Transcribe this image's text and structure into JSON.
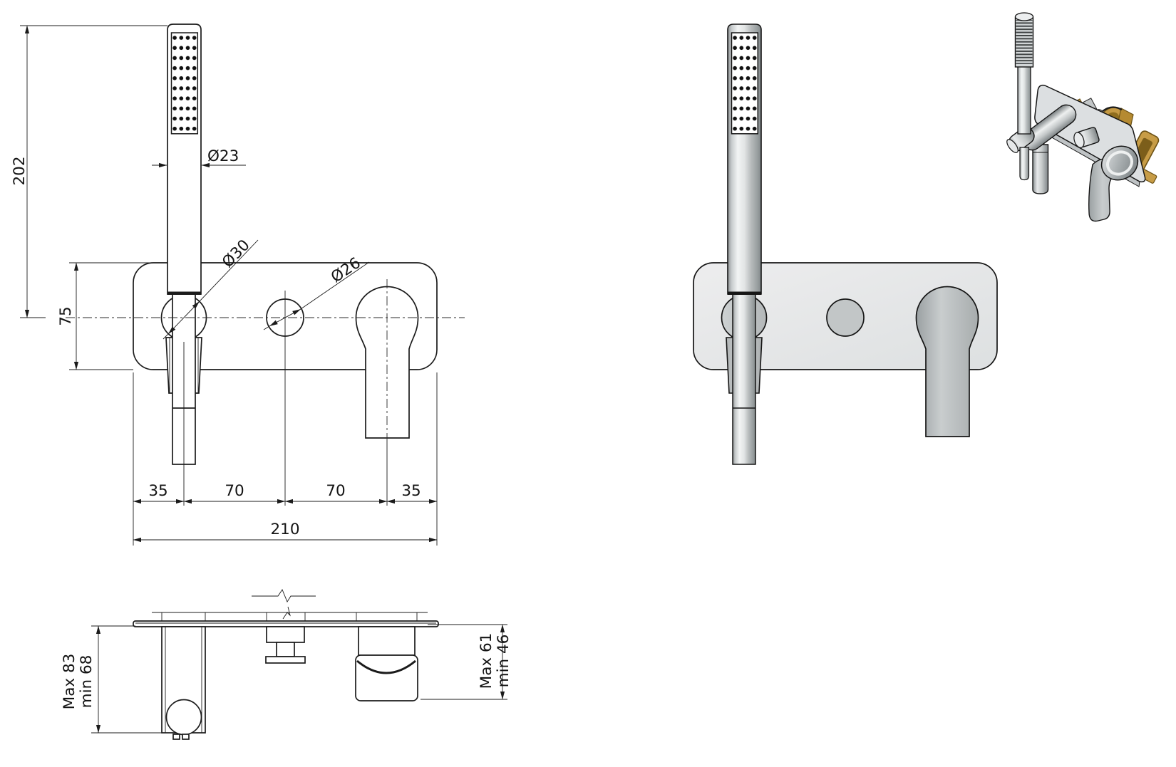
{
  "drawing": {
    "type": "bath-shower wall mixer technical drawing",
    "views": {
      "front_drawing": "front orthographic dimensioned view",
      "front_render": "front shaded elevation",
      "iso_render": "isometric product render",
      "bottom_drawing": "bottom dimensioned view"
    }
  },
  "dims": {
    "total_height": "202",
    "plate_height": "75",
    "wand_diameter": "Ø23",
    "holder_diameter": "Ø30",
    "knob_diameter": "Ø26",
    "edge_to_first": "35",
    "first_to_second": "70",
    "second_to_third": "70",
    "third_to_edge": "35",
    "plate_width": "210",
    "left_depth_max": "Max 83",
    "left_depth_min": "min 68",
    "right_depth_max": "Max 61",
    "right_depth_min": "min 46"
  },
  "colors": {
    "line": "#1b1b1b",
    "plate_fill": "#e7e9ea",
    "metal_light": "#f2f4f4",
    "metal_dark": "#82888a",
    "brass": "#c59a44",
    "brass_dark": "#6b5115"
  }
}
